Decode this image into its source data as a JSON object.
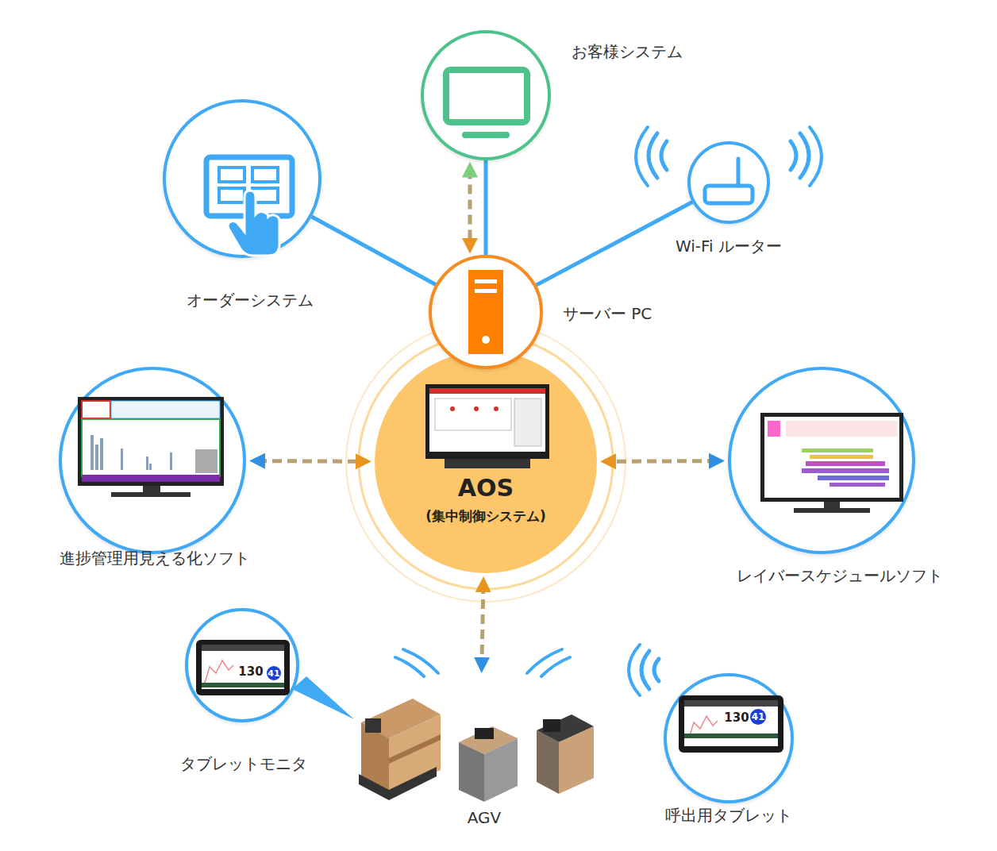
{
  "diagram": {
    "nodes": [
      {
        "text": [
          "お客様システム"
        ]
      },
      {
        "text": [
          "オーダーシステム"
        ]
      },
      {
        "text": [
          "Wi-Fi ルーター"
        ]
      },
      {
        "text": [
          "サーバー PC"
        ]
      },
      {
        "text": [
          "AOS",
          "(集中制御システム)"
        ]
      },
      {
        "text": [
          "進捗管理用見える化ソフト"
        ]
      },
      {
        "text": [
          "レイバースケジュールソフト"
        ]
      },
      {
        "text": [
          "タブレットモニタ"
        ]
      },
      {
        "text": [
          "AGV"
        ]
      },
      {
        "text": [
          "呼出用タブレット"
        ]
      }
    ],
    "edges": [
      {
        "from": 0,
        "to": 3,
        "arrow": "none"
      },
      {
        "from": 0,
        "to": 3,
        "arrow": "both"
      },
      {
        "from": 1,
        "to": 3,
        "arrow": "none"
      },
      {
        "from": 2,
        "to": 3,
        "arrow": "none"
      },
      {
        "from": 5,
        "to": 4,
        "arrow": "both"
      },
      {
        "from": 6,
        "to": 4,
        "arrow": "both"
      },
      {
        "from": 4,
        "to": 8,
        "arrow": "both"
      }
    ],
    "labels": [
      "130",
      "41",
      "130",
      "41"
    ]
  }
}
